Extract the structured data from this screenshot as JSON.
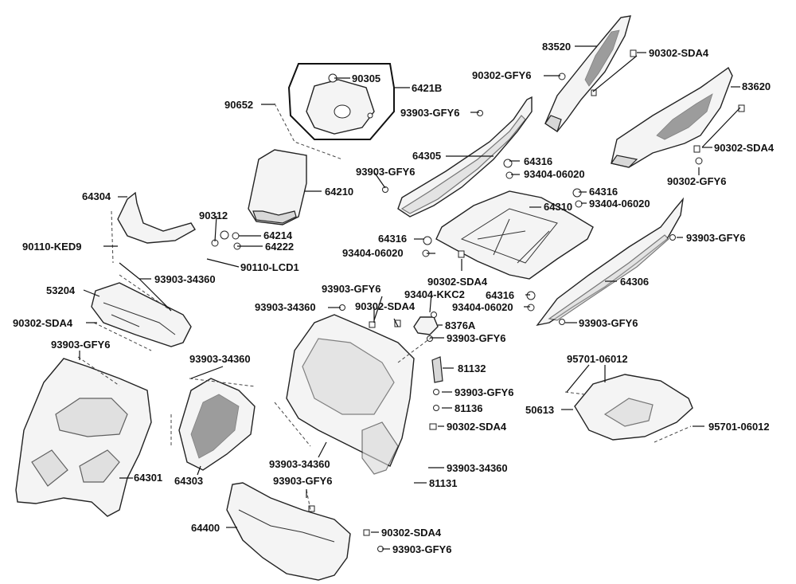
{
  "labels": {
    "l83520": "83520",
    "l90302SDA4a": "90302-SDA4",
    "l90302GFY6a": "90302-GFY6",
    "l90305": "90305",
    "l6421B": "6421B",
    "l83620": "83620",
    "l90652": "90652",
    "l93903GFY6a": "93903-GFY6",
    "l90302SDA4b": "90302-SDA4",
    "l64305": "64305",
    "l64316a": "64316",
    "l93404a": "93404-06020",
    "l90302GFY6b": "90302-GFY6",
    "l93903GFY6b": "93903-GFY6",
    "l64210": "64210",
    "l64316b": "64316",
    "l93404b": "93404-06020",
    "l64304": "64304",
    "l90312": "90312",
    "l64310": "64310",
    "l64214": "64214",
    "l64222": "64222",
    "l90110KED9": "90110-KED9",
    "l64316c": "64316",
    "l93903GFY6c": "93903-GFY6",
    "l93404c": "93404-06020",
    "l90110LCD1": "90110-LCD1",
    "l9390334360a": "93903-34360",
    "l90302SDA4c": "90302-SDA4",
    "l53204": "53204",
    "l93903GFY6d": "93903-GFY6",
    "l64306": "64306",
    "l93404KKC2": "93404-KKC2",
    "l64316d": "64316",
    "l9390334360b": "93903-34360",
    "l90302SDA4d": "90302-SDA4",
    "l93404d": "93404-06020",
    "l90302SDA4e": "90302-SDA4",
    "l8376A": "8376A",
    "l93903GFY6e": "93903-GFY6",
    "l93903GFY6f": "93903-GFY6",
    "l93903GFY6g": "93903-GFY6",
    "l95701a": "95701-06012",
    "l9390334360c": "93903-34360",
    "l81132": "81132",
    "l93903GFY6h": "93903-GFY6",
    "l50613": "50613",
    "l81136": "81136",
    "l90302SDA4f": "90302-SDA4",
    "l95701b": "95701-06012",
    "l9390334360d": "93903-34360",
    "l9390334360e": "93903-34360",
    "l64301": "64301",
    "l64303": "64303",
    "l93903GFY6i": "93903-GFY6",
    "l81131": "81131",
    "l64400": "64400",
    "l90302SDA4g": "90302-SDA4",
    "l93903GFY6j": "93903-GFY6"
  }
}
